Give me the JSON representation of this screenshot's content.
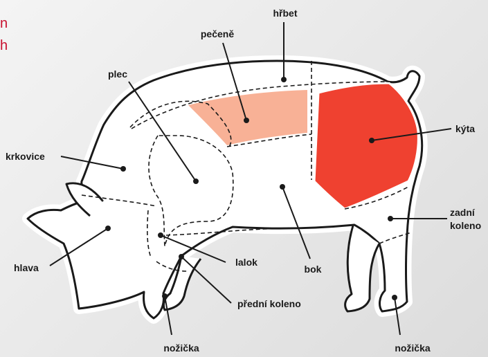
{
  "heading_fragments": [
    "n",
    "h"
  ],
  "colors": {
    "background": "#e9e9e9",
    "pig_fill": "#ffffff",
    "pig_outline": "#1a1a1a",
    "highlight_strong": "#ef4130",
    "highlight_light": "#f8b196",
    "heading": "#c8102e"
  },
  "cuts": {
    "hrbet": "hřbet",
    "pecene": "pečeně",
    "plec": "plec",
    "krkovice": "krkovice",
    "kyta": "kýta",
    "zadni_koleno_line1": "zadní",
    "zadni_koleno_line2": "koleno",
    "hlava": "hlava",
    "lalok": "lalok",
    "bok": "bok",
    "predni_koleno": "přední koleno",
    "nozicka_front": "nožička",
    "nozicka_rear": "nožička"
  }
}
